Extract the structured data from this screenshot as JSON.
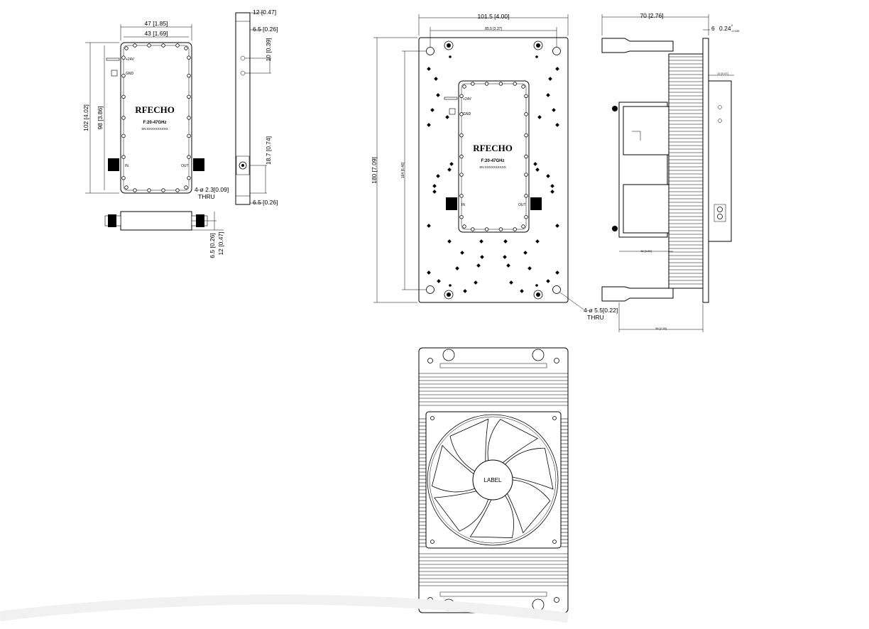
{
  "brand": "RFECHO",
  "frequency": "F:20-47GHz",
  "serial": "SN:XXXXXXXXXX",
  "pins": {
    "power": "+24V",
    "ground": "GND",
    "input": "IN",
    "output": "OUT"
  },
  "fan_label": "LABEL",
  "module_dims": {
    "width_outer": "47 [1.85]",
    "width_inner": "43 [1.69]",
    "height_outer": "102 [4.02]",
    "height_inner": "98 [3.86]",
    "holes": "4-ø 2.3[0.09]",
    "thru": "THRU",
    "side_depth": "12 [0.47]",
    "side_top_offset": "6.5 [0.26]",
    "side_pin_offset": "10 [0.39]",
    "side_connector_height": "18.7 [0.74]",
    "side_bottom_offset": "6.5 [0.26]",
    "bottom_offset": "6.5 [0.26]",
    "bottom_depth": "12 [0.47]"
  },
  "plate_dims": {
    "width": "101.5 [4.00]",
    "hole_spacing": "85.5 [3.37]",
    "height": "180 [7.09]",
    "hole_height": "164 [6.46]",
    "holes": "4-ø 5.5[0.22]",
    "thru": "THRU"
  },
  "side_dims": {
    "width": "70 [2.76]",
    "plate_thickness": "6",
    "tolerance_nominal": "0.24",
    "tolerance_upper": "0",
    "tolerance_lower": "-0.039",
    "module_depth": "12 [0.47]",
    "fan_depth": "38 [1.50]",
    "heatsink_depth": "58 [2.28]"
  }
}
